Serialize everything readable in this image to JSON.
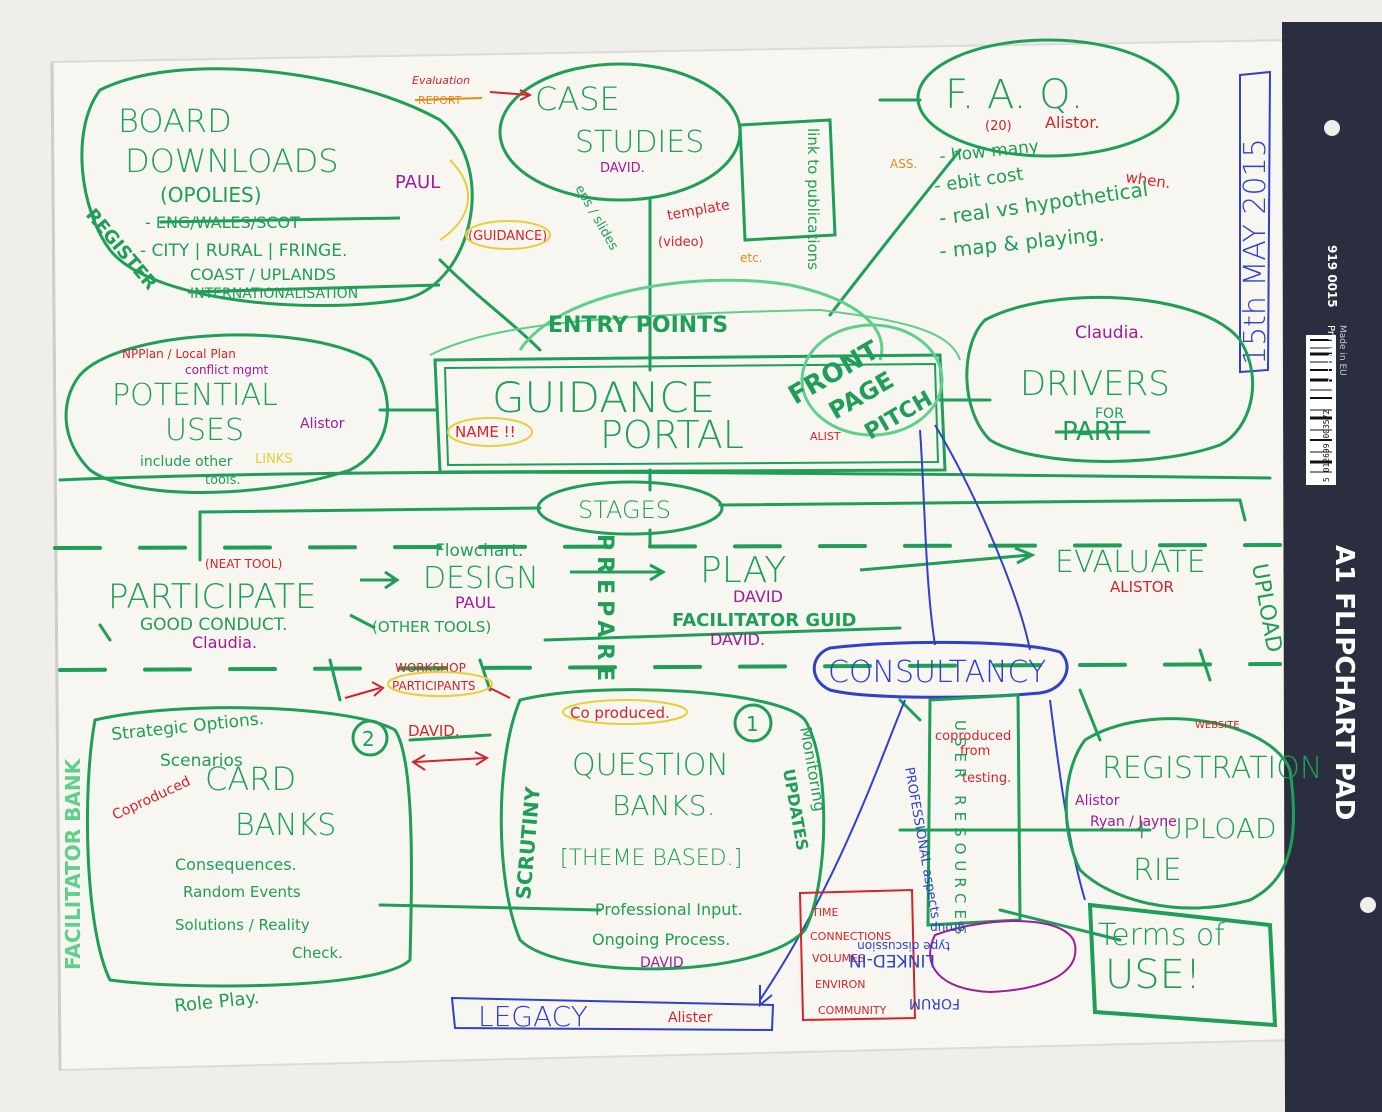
{
  "colors": {
    "green": "#1f9e57",
    "green_light": "#5fcf8a",
    "purple": "#a01a9a",
    "red": "#d5232b",
    "orange": "#e08a1c",
    "yellow": "#e7cf38",
    "blue": "#2e41c8",
    "paper": "#f7f6f1",
    "binding": "#2a2e3f"
  },
  "board_downloads": {
    "title_1": "BOARD",
    "title_2": "DOWNLOADS",
    "line_1": "(OPOLIES)",
    "line_2_struck": "- ENG/WALES/SCOT",
    "line_3": "- CITY | RURAL | FRINGE.",
    "line_4": "COAST / UPLANDS",
    "line_5_struck": "INTERNATIONALISATION",
    "owner": "PAUL",
    "side": "REGISTER"
  },
  "case_studies": {
    "title_1": "CASE",
    "title_2": "STUDIES",
    "owner": "DAVID.",
    "box": "link to publications",
    "note_evaluation": "Evaluation",
    "note_evaluation_struck": "REPORT",
    "note_guidance": "(GUIDANCE)",
    "note_template": "template",
    "note_template_2": "(video)",
    "note_etc": "etc.",
    "note_eps": "eps / slides"
  },
  "faq": {
    "title": "F. A. Q.",
    "count": "(20)",
    "owner": "Alistor.",
    "prefix": "ASS.",
    "item_1": "- how many",
    "item_2": "- ebit cost",
    "item_when": "when.",
    "item_3": "- real vs hypothetical",
    "item_4": "- map & playing.",
    "date": "15th MAY 2015"
  },
  "entry_points": "ENTRY POINTS",
  "potential_uses": {
    "note_1": "NPPlan / Local Plan",
    "note_2": "conflict mgmt",
    "title_1": "POTENTIAL",
    "title_2": "USES",
    "owner": "Alistor",
    "line_1": "include other",
    "line_2": "tools.",
    "note_struck": "LINKS"
  },
  "guidance_portal": {
    "title_1": "GUIDANCE",
    "title_2": "PORTAL",
    "name": "NAME !!",
    "front_1": "FRONT",
    "front_2": "PAGE",
    "front_3": "PITCH",
    "front_owner": "ALIST"
  },
  "drivers": {
    "owner": "Claudia.",
    "title_1": "DRIVERS",
    "title_2": "FOR",
    "title_3": "PART"
  },
  "stages": {
    "title": "STAGES",
    "participate": "PARTICIPATE",
    "participate_note": "(NEAT TOOL)",
    "good_conduct": "GOOD CONDUCT.",
    "good_owner": "Claudia.",
    "design": "DESIGN",
    "design_owner": "PAUL",
    "flowchart": "Flowchart.",
    "other_tools": "(OTHER TOOLS)",
    "prepare": "PREPARE",
    "play": "PLAY",
    "play_owner": "DAVID",
    "facilitator": "FACILITATOR GUID",
    "facilitator_owner": "DAVID.",
    "evaluate": "EVALUATE",
    "evaluate_owner": "ALISTOR",
    "upload": "UPLOAD"
  },
  "consultancy": "CONSULTANCY",
  "workshop": {
    "line_1": "WORKSHOP",
    "line_2": "PARTICIPANTS",
    "owner": "DAVID."
  },
  "card_banks": {
    "strategic": "Strategic Options.",
    "scenarios": "Scenarios",
    "number": "2",
    "coproduced": "Coproduced",
    "title_1": "CARD",
    "title_2": "BANKS",
    "line_1": "Consequences.",
    "line_2": "Random Events",
    "line_3": "Solutions / Reality",
    "line_4": "Check.",
    "side": "FACILITATOR BANK",
    "bottom": "Role Play."
  },
  "question_banks": {
    "coproduced": "Co produced.",
    "number": "1",
    "title_1": "QUESTION",
    "title_2": "BANKS.",
    "title_3": "[THEME BASED.]",
    "professional": "Professional Input.",
    "ongoing": "Ongoing Process.",
    "owner": "DAVID",
    "scrutiny": "SCRUTINY",
    "monitoring": "Monitoring",
    "updates": "UPDATES"
  },
  "resources": {
    "coproduced": "coproduced",
    "from": "from",
    "testing": "testing.",
    "vertical": "USER RESOURCES",
    "professional": "PROFESSIONAL aspects"
  },
  "registration": {
    "website": "WEBSITE",
    "title": "REGISTRATION",
    "upload": "+ UPLOAD",
    "owner_1": "Alistor",
    "owner_2": "Ryan / Jayne",
    "rie": "RIE"
  },
  "time_box": {
    "line_1": "TIME",
    "line_2": "CONNECTIONS",
    "line_3": "VOLUMES",
    "line_4": "ENVIRON",
    "line_5": "COMMUNITY"
  },
  "linkedin": {
    "line_1": "LINKED-IN",
    "line_2": "type discussion",
    "line_3": "group",
    "forum": "FORUM"
  },
  "terms": {
    "line_1": "Terms of",
    "line_2": "USE!"
  },
  "legacy": {
    "title": "LEGACY",
    "owner": "Alister"
  },
  "pad": {
    "product": "Product code",
    "code": "919 0015",
    "made": "Made in EU",
    "barcode": "5 012699 003572",
    "label": "A1 FLIPCHART PAD"
  }
}
